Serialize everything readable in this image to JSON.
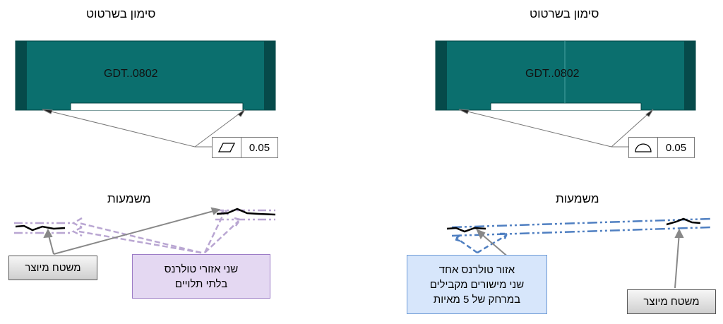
{
  "left_panel": {
    "heading_top": "סימון בשרטוט",
    "part_label": "GDT..0802",
    "fcf": {
      "symbol": "parallelogram-icon",
      "tolerance": "0.05"
    },
    "heading_bottom": "משמעות",
    "callout_surface": "משטח מיוצר",
    "callout_zones": [
      "שני אזורי טולרנס",
      "בלתי תלויים"
    ]
  },
  "right_panel": {
    "heading_top": "סימון בשרטוט",
    "part_label": "GDT..0802",
    "fcf": {
      "symbol": "semicircle-icon",
      "tolerance": "0.05"
    },
    "heading_bottom": "משמעות",
    "callout_zone": [
      "אזור טולרנס אחד",
      "שני מישורים מקבילים",
      "במרחק של 5 מאיות"
    ],
    "callout_surface": "משטח מיוצר"
  },
  "colors": {
    "part_fill": "#0b6f6e",
    "part_dark": "#064a4a",
    "purple_dash": "#b9a6d2",
    "blue_dash": "#4f7fc1"
  }
}
